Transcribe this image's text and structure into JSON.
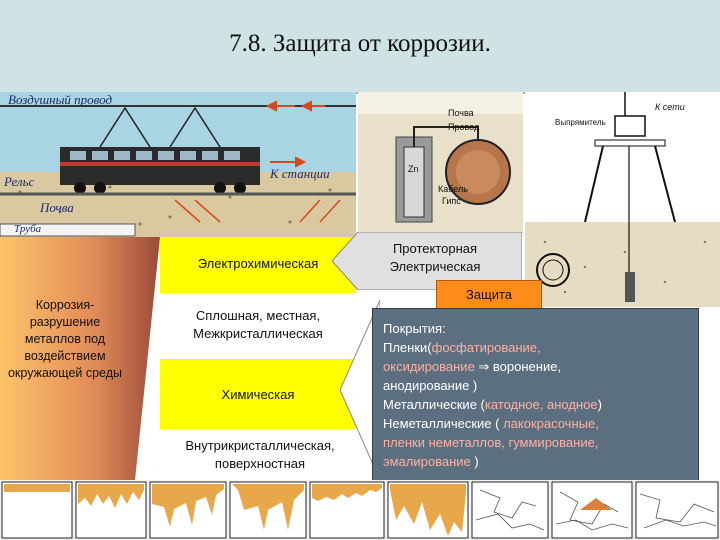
{
  "title": "7.8. Защита от коррозии.",
  "train_scene": {
    "overhead_wire": "Воздушный провод",
    "rail": "Рельс",
    "to_station": "К станции",
    "soil": "Почва",
    "pipe": "Труба"
  },
  "protector_scene": {
    "soil": "Почва",
    "wire": "Провод",
    "zn": "Zn",
    "cable": "Кабель",
    "gypsum": "Гипс"
  },
  "network_scene": {
    "to_network": "К сети",
    "rectifier": "Выпрямитель"
  },
  "definition": "Коррозия- разрушение металлов под воздействием окружающей среды",
  "types": {
    "electrochemical": "Электрохимическая",
    "solid_local": "Сплошная, местная, Межкристаллическая",
    "chemical": "Химическая",
    "intracrystalline": "Внутрикристаллическая, поверхностная"
  },
  "protection_methods": "Протекторная Электрическая",
  "protection_label": "Защита",
  "coatings": {
    "line1": "Покрытия:",
    "line2_a": "Пленки(",
    "line2_b": "фосфатирование,",
    "line3_a": "оксидирование",
    "line3_b": " ⇒ воронение,",
    "line4": "анодирование )",
    "line5_a": "Металлические   (",
    "line5_b": "катодное, анодное",
    "line5_c": ")",
    "line6_a": "Неметаллические    ( ",
    "line6_b": "лакокрасочные,",
    "line7": "пленки неметаллов, гуммирование,",
    "line8_a": "эмалирование",
    "line8_b": " )"
  },
  "colors": {
    "title_bg": "#cfe2e4",
    "sky": "#a9d4e4",
    "soil": "#d9c8a0",
    "yellow": "#ffff00",
    "protection_orange": "#ff8c1a",
    "coatings_bg": "#5c6f80",
    "highlight_text": "#ffb0a0"
  }
}
